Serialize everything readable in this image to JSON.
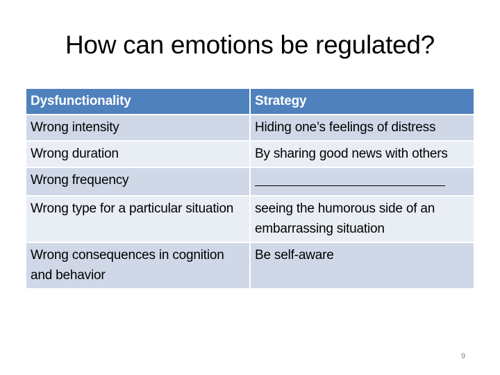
{
  "slide": {
    "title": "How can emotions be regulated?",
    "page_number": "9"
  },
  "table": {
    "headers": [
      "Dysfunctionality",
      "Strategy"
    ],
    "rows": [
      [
        "Wrong intensity",
        "Hiding one’s feelings of distress"
      ],
      [
        "Wrong duration",
        "By sharing good news with others"
      ],
      [
        "Wrong frequency",
        ""
      ],
      [
        "Wrong type for a particular situation",
        "seeing the humorous side of an embarrassing situation"
      ],
      [
        "Wrong consequences in cognition and behavior",
        "Be self-aware"
      ]
    ]
  },
  "colors": {
    "header": "#4F81BD",
    "row_odd": "#D0D8E8",
    "row_even": "#E9EDF4"
  }
}
